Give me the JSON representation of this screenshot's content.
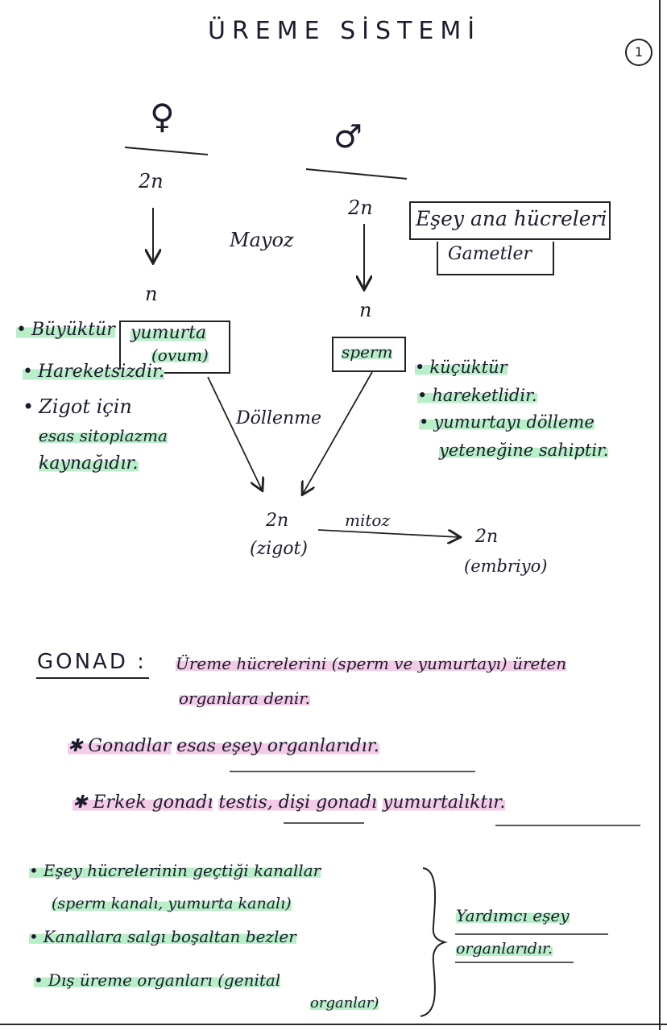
{
  "title": "ÜREME SİSTEMİ",
  "page_number": "1",
  "diagram": {
    "female_symbol": "♀",
    "male_symbol": "♂",
    "female_2n": "2n",
    "male_2n": "2n",
    "mayoz_label": "Mayoz",
    "female_n": "n",
    "male_n": "n",
    "esey_ana_hucreleri": "Eşey ana hücreleri",
    "gametler": "Gametler",
    "yumurta_line1": "yumurta",
    "yumurta_line2": "(ovum)",
    "sperm": "sperm",
    "female_traits": [
      "Büyüktür",
      "Hareketsizdir.",
      "Zigot için",
      "esas sitoplazma",
      "kaynağıdır."
    ],
    "male_traits": [
      "küçüktür",
      "hareketlidir.",
      "yumurtayı dölleme",
      "yeteneğine sahiptir."
    ],
    "dollenme": "Döllenme",
    "zigot_2n": "2n",
    "zigot": "(zigot)",
    "mitoz": "mitoz",
    "embriyo_2n": "2n",
    "embriyo": "(embriyo)"
  },
  "gonad": {
    "label": "GONAD :",
    "def_line1": "Üreme hücrelerini (sperm ve yumurtayı) üreten",
    "def_line2": "organlara denir.",
    "note1_prefix": "✱ Gonadlar",
    "note1_underlined": "esas eşey organlarıdır.",
    "note2_prefix": "✱ Erkek gonadı",
    "note2_testis": "testis",
    "note2_mid": ", dişi gonadı",
    "note2_yumurtalik": "yumurtalıktır."
  },
  "helpers": {
    "items": [
      "Eşey hücrelerinin geçtiği kanallar",
      "(sperm kanalı, yumurta kanalı)",
      "Kanallara salgı boşaltan bezler",
      "Dış üreme organları (genital",
      "organlar)"
    ],
    "summary_line1": "Yardımcı eşey",
    "summary_line2": "organlarıdır."
  }
}
